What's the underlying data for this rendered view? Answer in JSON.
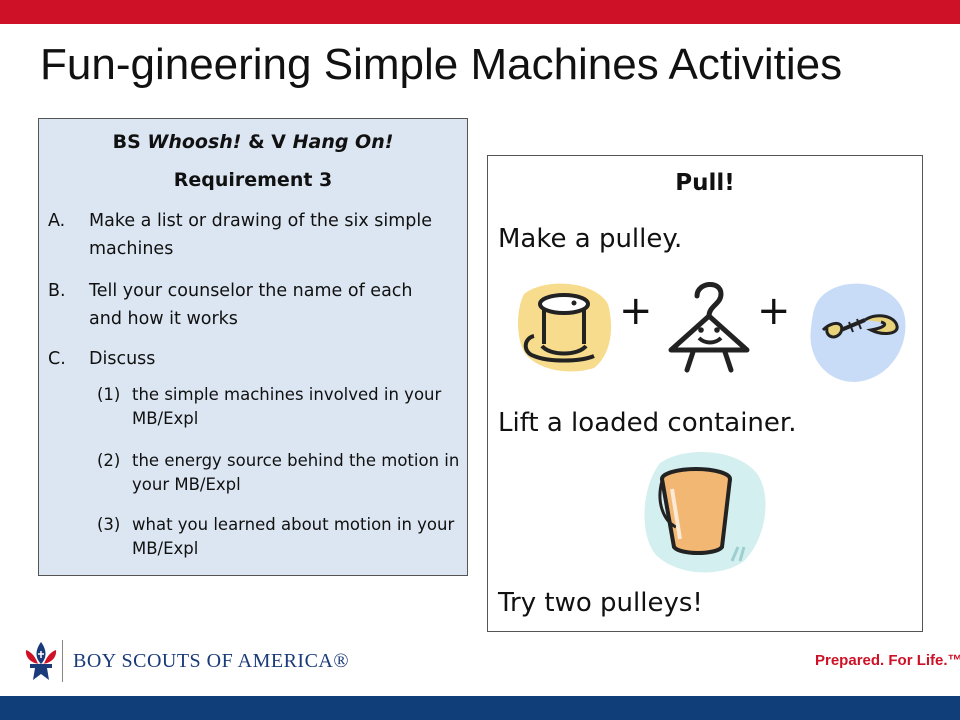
{
  "slide": {
    "title": "Fun-gineering Simple Machines Activities"
  },
  "left_panel": {
    "heading_prefix": "BS ",
    "heading_italic1": "Whoosh!",
    "heading_mid": " & V ",
    "heading_italic2": "Hang On!",
    "subheading": "Requirement 3",
    "items": [
      {
        "marker": "A.",
        "text": "Make a list or drawing of the six simple machines"
      },
      {
        "marker": "B.",
        "text": "Tell your counselor the name of each and how it works"
      },
      {
        "marker": "C.",
        "text": "Discuss"
      }
    ],
    "subitems": [
      {
        "marker": "(1)",
        "text": "the simple machines involved in your MB/Expl"
      },
      {
        "marker": "(2)",
        "text": "the energy source behind the motion in your MB/Expl"
      },
      {
        "marker": "(3)",
        "text": "what you learned about motion in your MB/Expl"
      }
    ]
  },
  "right_panel": {
    "heading": "Pull!",
    "line1": "Make a pulley.",
    "plus": "+",
    "line2": "Lift a loaded container.",
    "line3": "Try two pulleys!"
  },
  "icons": {
    "spool": "thread-spool-icon",
    "hanger": "coat-hanger-icon",
    "rope": "rope-icon",
    "bucket": "bucket-icon",
    "logo": "bsa-fleur-de-lis-icon"
  },
  "footer": {
    "org_name": "BOY SCOUTS OF AMERICA®",
    "tagline": "Prepared. For Life.™"
  },
  "colors": {
    "accent_red": "#ce1126",
    "navy": "#0f3e78",
    "panel_blue": "#dce6f2"
  }
}
